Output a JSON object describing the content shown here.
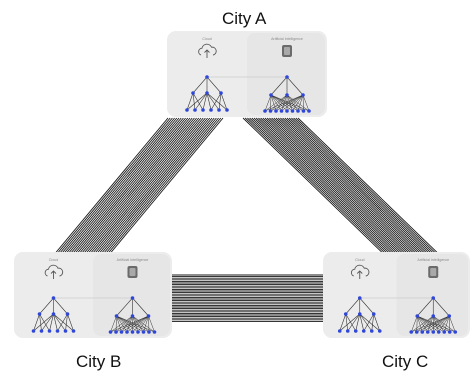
{
  "cities": [
    {
      "id": "a",
      "name": "City A",
      "left_caption": "Cloud",
      "right_caption": "Artificial Intelligence"
    },
    {
      "id": "b",
      "name": "City B",
      "left_caption": "Cloud",
      "right_caption": "Artificial Intelligence"
    },
    {
      "id": "c",
      "name": "City C",
      "left_caption": "Cloud",
      "right_caption": "Artificial Intelligence"
    }
  ],
  "colors": {
    "panel": "#ececec",
    "link_lines": "#1a1a1a",
    "node": "#2f47d8",
    "edge": "#333333"
  },
  "icons": {
    "left": "cloud-upload-icon",
    "right": "ai-chip-icon"
  }
}
